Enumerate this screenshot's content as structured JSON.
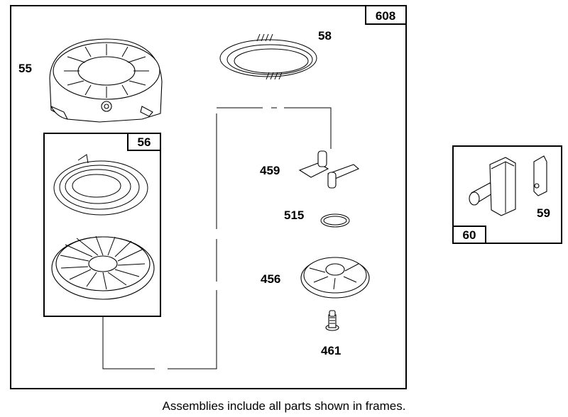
{
  "frames": {
    "main": "608",
    "sub": "56",
    "side": "60"
  },
  "parts": {
    "housing": "55",
    "spring_cover": "58",
    "pawl": "459",
    "retainer_ring": "515",
    "pulley_cup": "456",
    "screw": "461",
    "handle": "59"
  },
  "caption": "Assemblies include all parts shown in frames."
}
